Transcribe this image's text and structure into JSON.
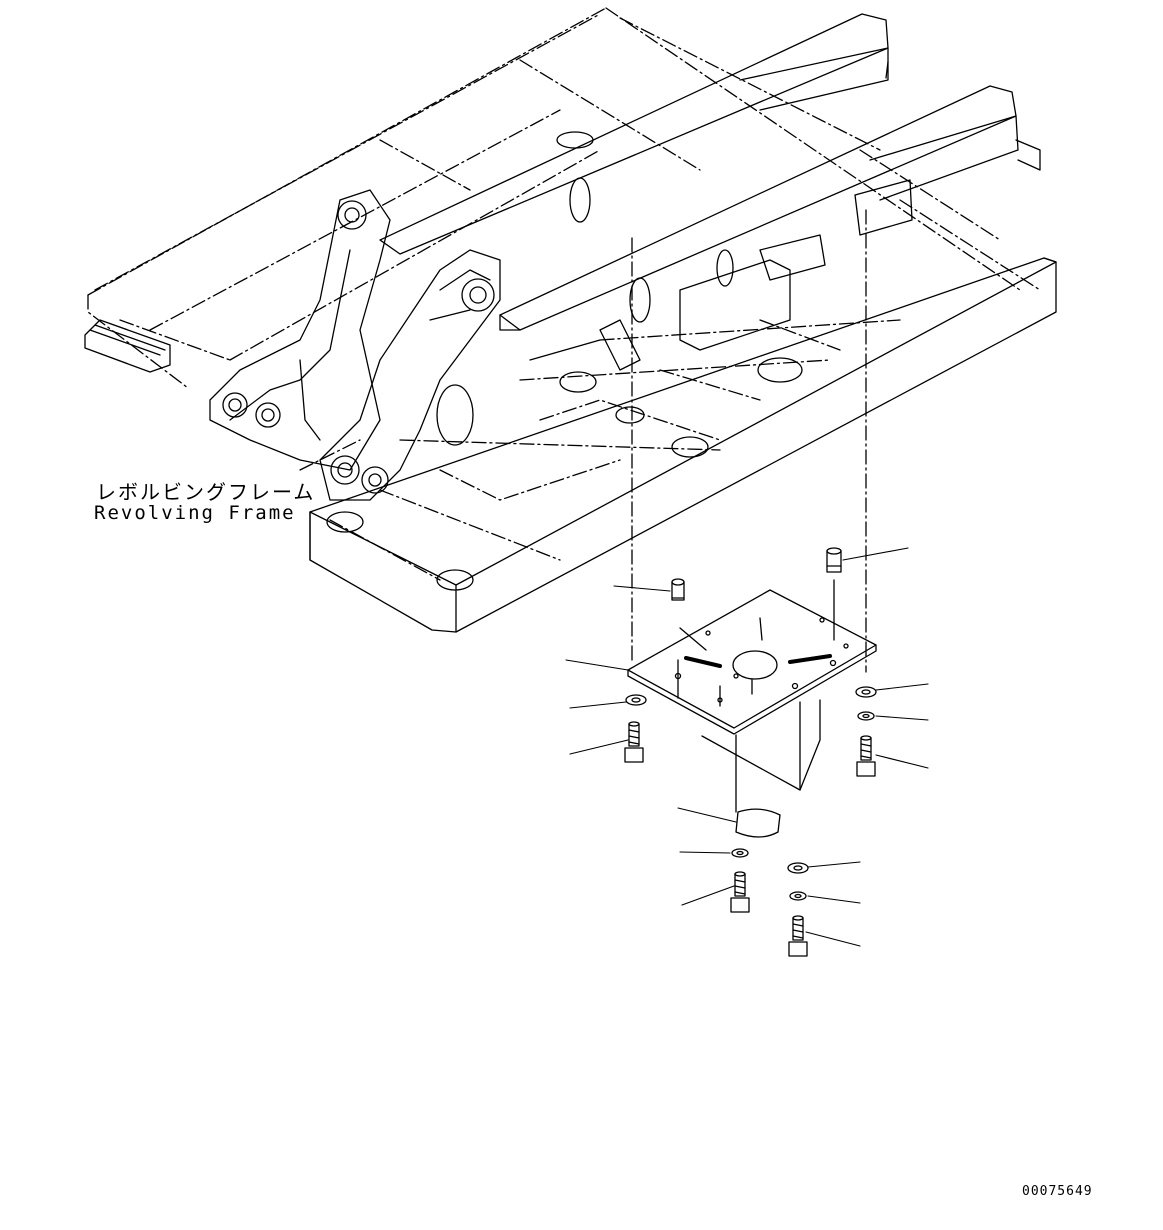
{
  "frame_label": {
    "japanese": "レボルビングフレーム",
    "english": "Revolving Frame"
  },
  "document_number": "00075649",
  "colors": {
    "line": "#000000",
    "background": "#ffffff"
  }
}
